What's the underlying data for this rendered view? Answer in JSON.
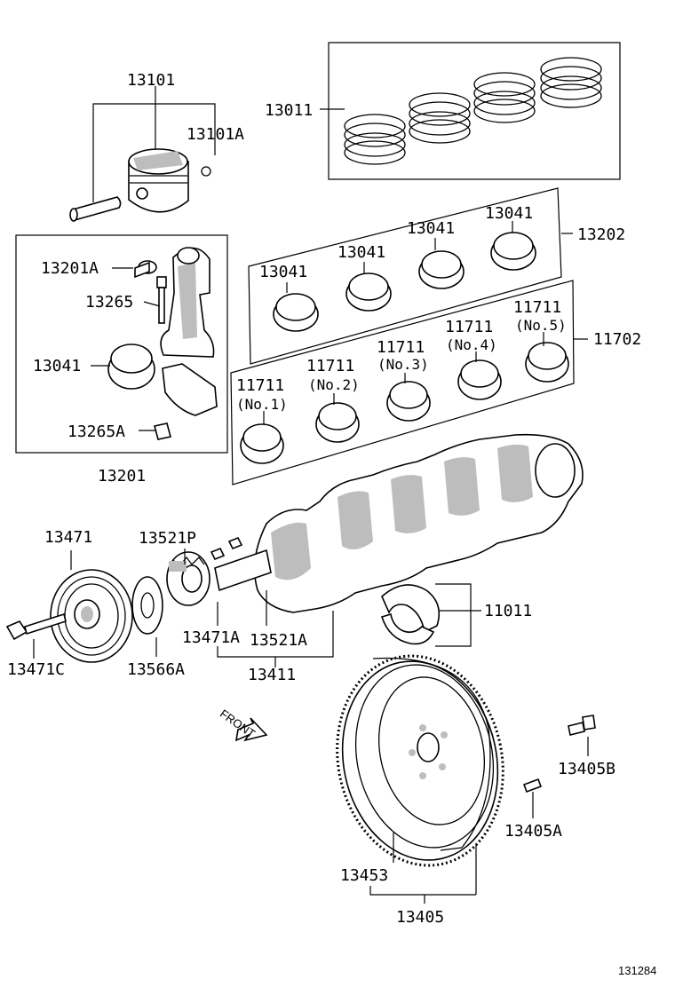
{
  "labels": {
    "piston": "13101",
    "piston_pin_clip": "13101A",
    "piston_ring_set": "13011",
    "conrod_bearing_set": "13202",
    "conrod_bearing_1": "13041",
    "conrod_bearing_2": "13041",
    "conrod_bearing_3": "13041",
    "conrod_bearing_4": "13041",
    "conrod_bush": "13201A",
    "conrod_bolt": "13265",
    "conrod_bearing_box": "13041",
    "conrod_nut": "13265A",
    "conrod_assembly": "13201",
    "main_bearing_set": "11702",
    "main_bearing_no1": "11711",
    "main_bearing_no1_sub": "(No.1)",
    "main_bearing_no2": "11711",
    "main_bearing_no2_sub": "(No.2)",
    "main_bearing_no3": "11711",
    "main_bearing_no3_sub": "(No.3)",
    "main_bearing_no4": "11711",
    "main_bearing_no4_sub": "(No.4)",
    "main_bearing_no5": "11711",
    "main_bearing_no5_sub": "(No.5)",
    "crank_pulley": "13471",
    "crank_timing_gear": "13521P",
    "pulley_key": "13471A",
    "gear_key": "13521A",
    "crankshaft": "13411",
    "pulley_bolt": "13471C",
    "oil_slinger": "13566A",
    "thrust_washer": "11011",
    "front_marker": "FRONT",
    "flywheel_bolt": "13405B",
    "flywheel_pin": "13405A",
    "ring_gear": "13453",
    "flywheel": "13405"
  },
  "diagram_code": "131284"
}
